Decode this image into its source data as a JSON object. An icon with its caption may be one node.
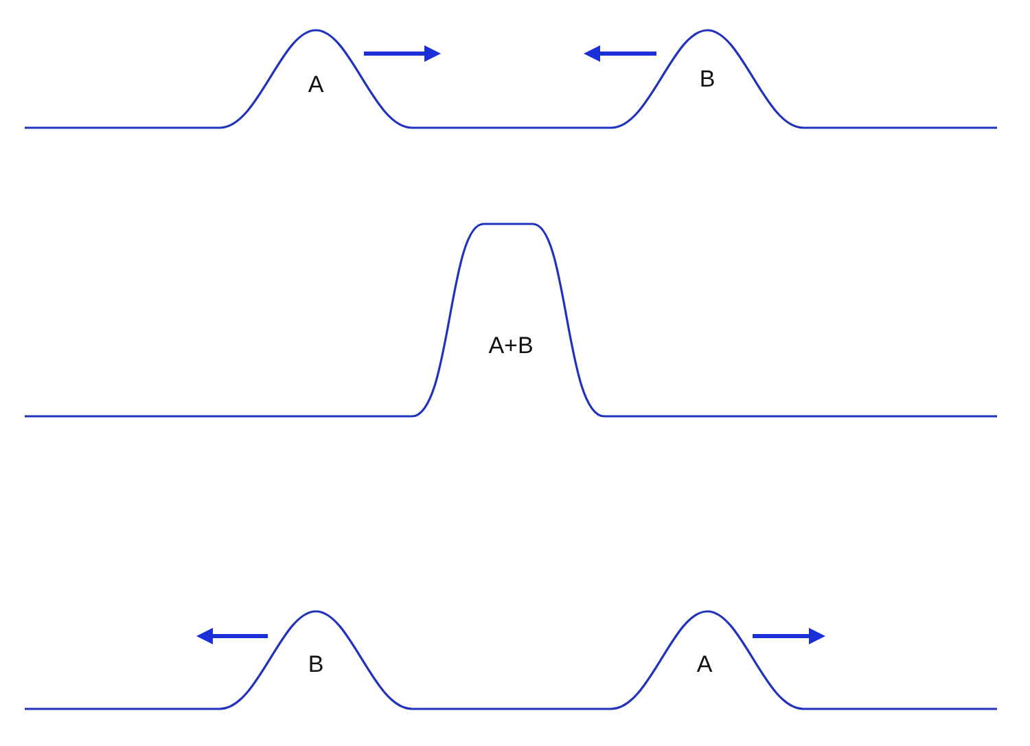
{
  "diagram": {
    "labels": [
      "A",
      "B",
      "A+B",
      "B",
      "A"
    ]
  }
}
